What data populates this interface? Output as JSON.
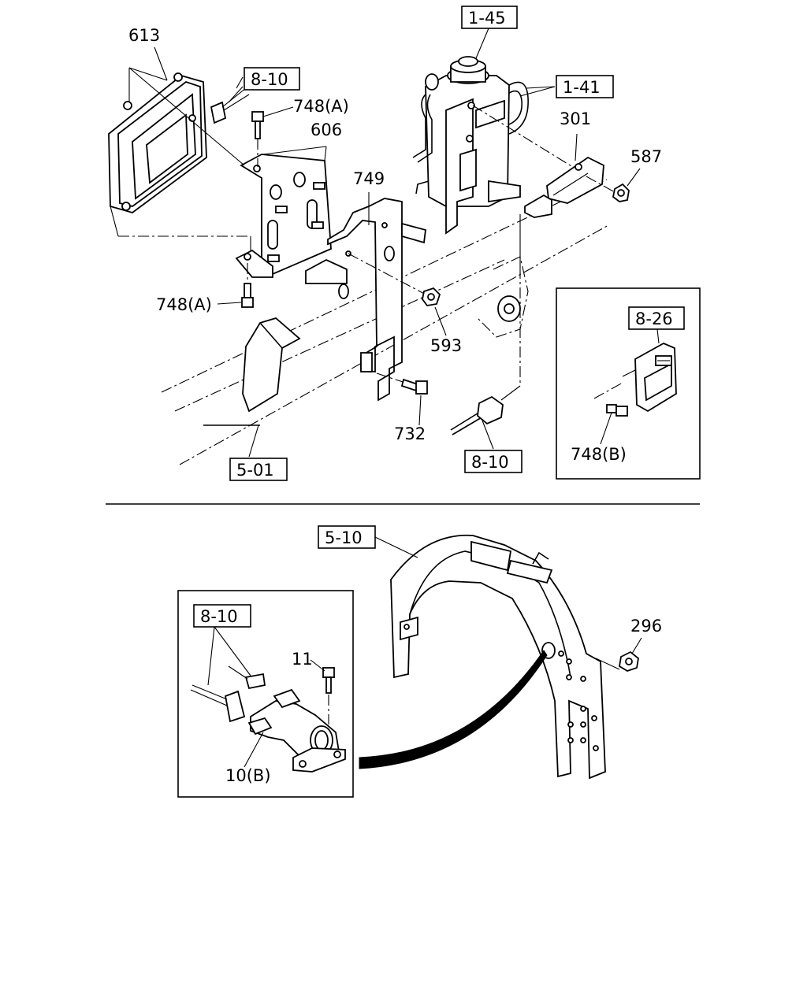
{
  "callouts": {
    "c613": "613",
    "c8_10_a": "8-10",
    "c748a_1": "748(A)",
    "c606": "606",
    "c1_45": "1-45",
    "c1_41": "1-41",
    "c301": "301",
    "c587": "587",
    "c749": "749",
    "c748a_2": "748(A)",
    "c593": "593",
    "c732": "732",
    "c5_01": "5-01",
    "c8_10_b": "8-10",
    "c8_26": "8-26",
    "c748b": "748(B)",
    "c5_10": "5-10",
    "c296": "296",
    "c8_10_c": "8-10",
    "c11": "11",
    "c10b": "10(B)"
  }
}
